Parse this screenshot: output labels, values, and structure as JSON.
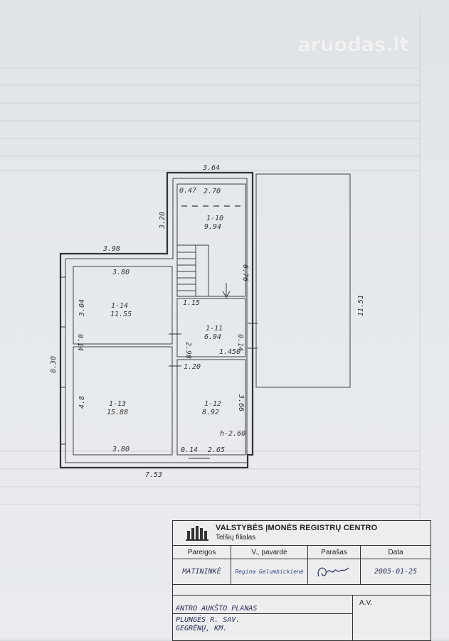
{
  "watermark": "aruodas.lt",
  "stamp": {
    "org": "VALSTYBĖS ĮMONĖS REGISTRŲ CENTRO",
    "branch": "Telšių filialas",
    "headers": [
      "Pareigos",
      "V., pavardė",
      "Parašas",
      "Data"
    ],
    "position": "MATININKĖ",
    "name": "Regina Gelumbickienė",
    "date": "2005-01-25",
    "title": "ANTRO AUKŠTO PLANAS",
    "address1": "PLUNGĖS R. SAV.",
    "address2": "GEGRĖNŲ, KM.",
    "av": "A.V."
  },
  "plan": {
    "outer_dims": {
      "top": "3.64",
      "upper_left_width": "3.98",
      "upper_left_height": "3.20",
      "total_height": "8.30",
      "bottom": "7.53",
      "annex_height": "11.51"
    },
    "rooms": [
      {
        "id": "1-10",
        "area": "9.94"
      },
      {
        "id": "1-14",
        "area": "11.55"
      },
      {
        "id": "1-11",
        "area": "6.94"
      },
      {
        "id": "1-13",
        "area": "15.88"
      },
      {
        "id": "1-12",
        "area": "8.92"
      }
    ],
    "inner_dims": {
      "d_047": "0.47",
      "d_270": "2.70",
      "d_676": "6.76",
      "d_380_top": "3.80",
      "d_304": "3.04",
      "d_014_left": "0.14",
      "d_115": "1.15",
      "d_298": "2.98",
      "d_014_right": "0.14",
      "d_1450": "1.450",
      "d_120": "1.20",
      "d_48": "4.8",
      "d_366": "3.66",
      "h": "h-2.60",
      "d_380_bottom": "3.80",
      "d_014_bottom": "0.14",
      "d_265": "2.65"
    }
  }
}
